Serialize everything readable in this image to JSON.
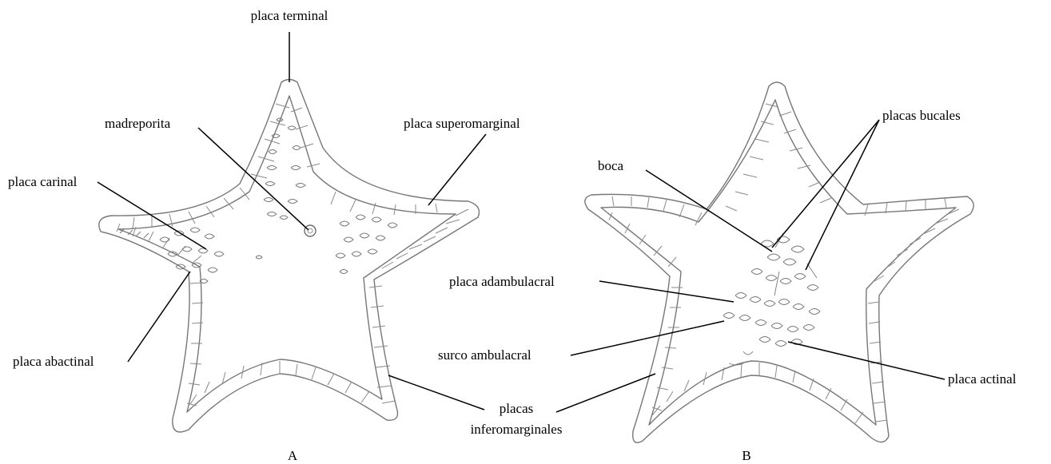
{
  "panels": [
    {
      "id": "A",
      "caption": "A",
      "labels": {
        "placa_terminal": "placa terminal",
        "madreporita": "madreporita",
        "placa_superomarginal": "placa superomarginal",
        "placa_carinal": "placa carinal",
        "placa_abactinal": "placa abactinal",
        "placas_inferomarginales_1": "placas",
        "placas_inferomarginales_2": "inferomarginales"
      }
    },
    {
      "id": "B",
      "caption": "B",
      "labels": {
        "placas_bucales": "placas bucales",
        "boca": "boca",
        "placa_adambulacral": "placa adambulacral",
        "surco_ambulacral": "surco ambulacral",
        "placa_actinal": "placa actinal"
      }
    }
  ]
}
